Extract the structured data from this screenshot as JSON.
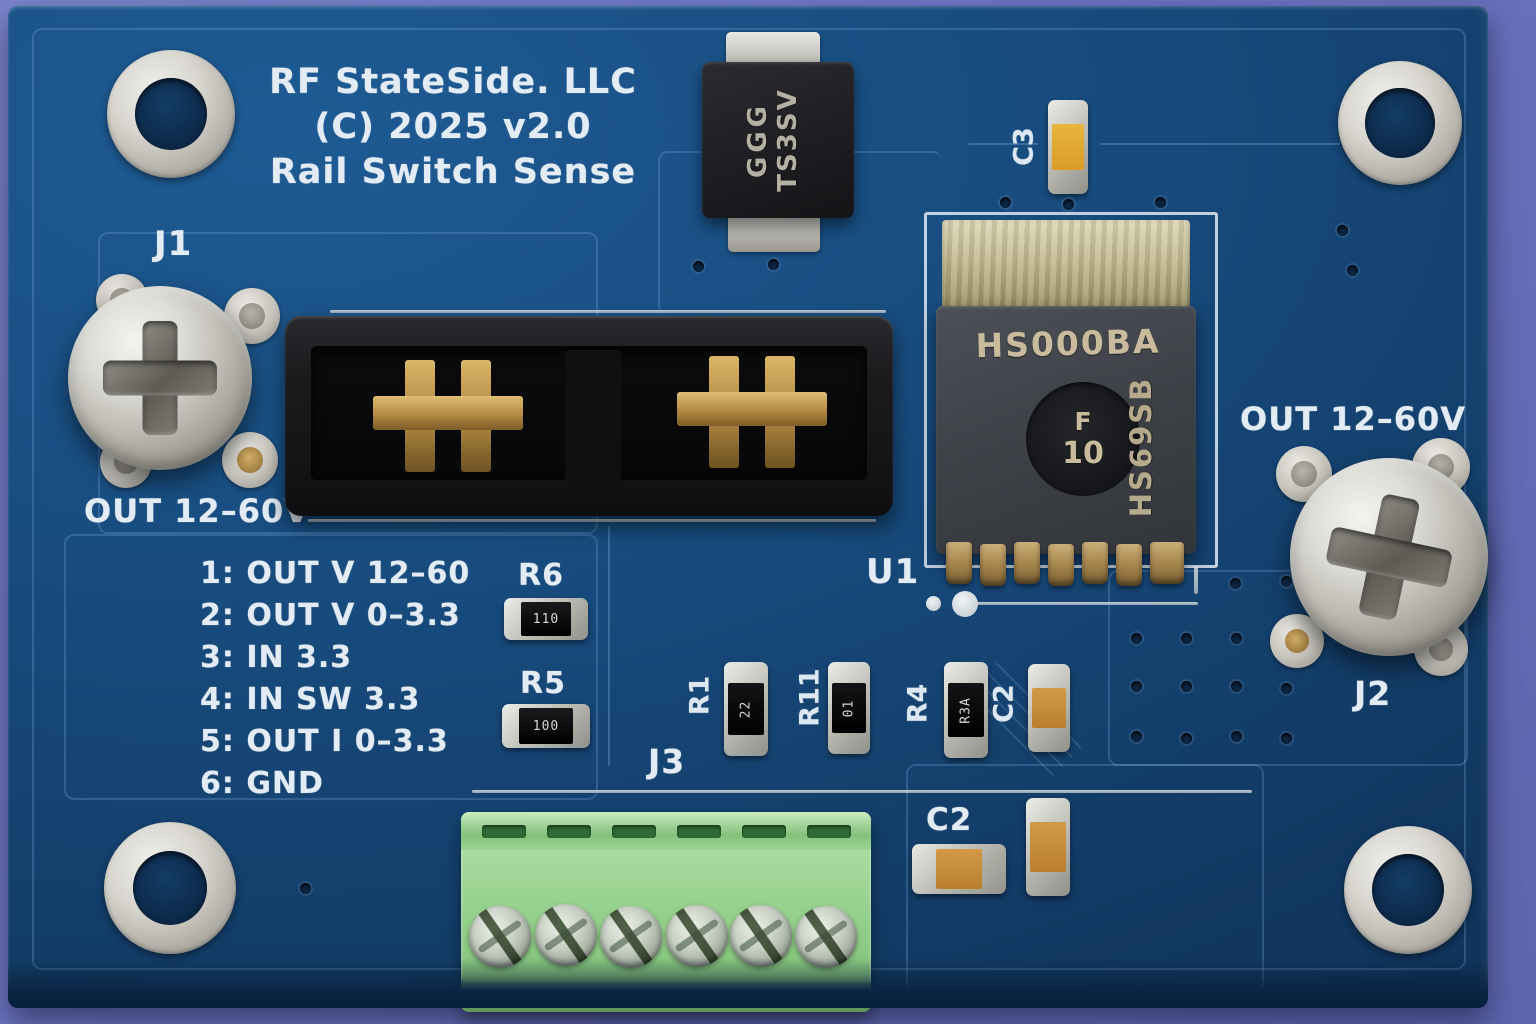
{
  "silkscreen": {
    "title_line1": "RF StateSide. LLC",
    "title_line2": "(C) 2025 v2.0",
    "title_line3": "Rail Switch Sense",
    "j1": "J1",
    "j2": "J2",
    "j3": "J3",
    "u1": "U1",
    "out_left": "OUT 12–60V",
    "out_right": "OUT 12–60V",
    "pinout": [
      "1: OUT V 12–60",
      "2: OUT V 0–3.3",
      "3: IN 3.3",
      "4: IN SW 3.3",
      "5: OUT I 0–3.3",
      "6: GND"
    ],
    "r1": "R1",
    "r11": "R11",
    "r4": "R4",
    "r5": "R5",
    "r6": "R6",
    "c2_mid": "C2",
    "c2_bottom": "C2",
    "c3": "C3"
  },
  "markings": {
    "diode_left": "GGG",
    "diode_right": "TS3SV",
    "mosfet_top": "HS000BA",
    "mosfet_dot_line1": "F",
    "mosfet_dot_line2": "10",
    "mosfet_side": "HS69SB",
    "r1_chip": "22",
    "r11_chip": "01",
    "r4_chip": "R3A",
    "r5_chip": "100",
    "r6_chip": "110"
  },
  "colors": {
    "background": "#6a73c0",
    "board": "#16477a",
    "silkscreen": "#e3ebf4",
    "terminal_green": "#9cd493",
    "contact_gold": "#b28a44",
    "silver": "#c8c8c2",
    "mosfet_body": "#3f4248"
  }
}
